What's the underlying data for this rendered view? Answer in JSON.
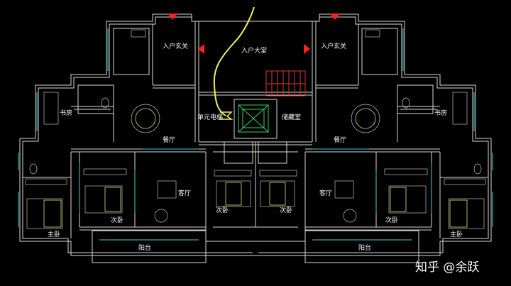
{
  "rooms": {
    "entrance_left": "入户玄关",
    "lobby": "入户大堂",
    "entrance_right": "入户玄关",
    "study_left": "书房",
    "study_right": "书房",
    "elevator": "单元电梯",
    "storage": "储藏室",
    "dining_left": "餐厅",
    "dining_right": "餐厅",
    "living_left": "客厅",
    "living_right": "客厅",
    "master_left": "主卧",
    "master_right": "主卧",
    "second_1": "次卧",
    "second_2": "次卧",
    "second_3": "次卧",
    "second_4": "次卧",
    "balcony_left": "阳台",
    "balcony_right": "阳台"
  },
  "watermark": "知乎 @余跃",
  "colors": {
    "background": "#000000",
    "wall": "#d8d8d8",
    "window": "#33d6d6",
    "furniture": "#e6e070",
    "path": "#f5f05a",
    "arrow": "#ff2020",
    "stair": "#d83a2a",
    "elevator": "#38d05a"
  }
}
